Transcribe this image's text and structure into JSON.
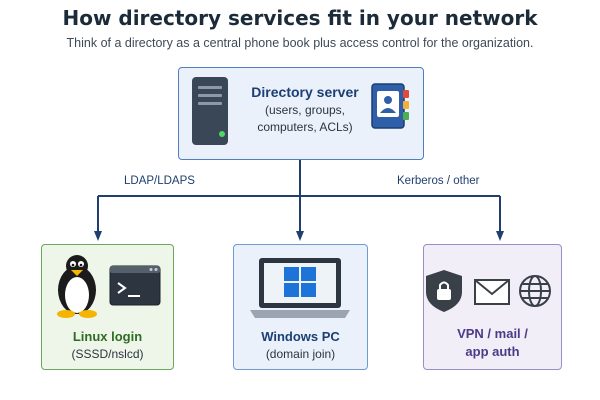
{
  "title": "How directory services fit in your network",
  "subtitle": "Think of a directory as a central phone book plus access control for the organization.",
  "server": {
    "name": "Directory server",
    "detail_line1": "(users, groups,",
    "detail_line2": "computers, ACLs)"
  },
  "edges": {
    "ldap": "LDAP/LDAPS",
    "kerberos": "Kerberos / other"
  },
  "clients": {
    "linux": {
      "name": "Linux login",
      "sub": "(SSSD/nslcd)"
    },
    "windows": {
      "name": "Windows PC",
      "sub": "(domain join)"
    },
    "vpn": {
      "name_line1": "VPN / mail /",
      "name_line2": "app auth"
    }
  },
  "colors": {
    "connector": "#1f3f6e",
    "server_border": "#4f7fbf",
    "linux_border": "#6aa85a",
    "windows_border": "#6f9bd1",
    "vpn_border": "#9b8dc7",
    "windows_logo": "#1e73d8"
  },
  "icons": [
    "server-tower-icon",
    "address-book-icon",
    "linux-penguin-icon",
    "terminal-icon",
    "laptop-windows-icon",
    "shield-lock-icon",
    "mail-envelope-icon",
    "globe-icon"
  ]
}
